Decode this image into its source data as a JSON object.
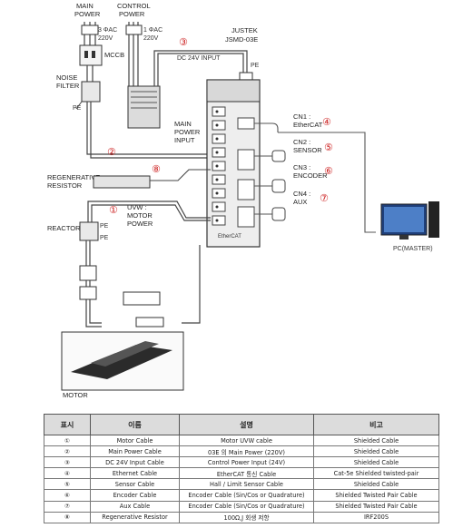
{
  "labels": {
    "main_power": [
      "MAIN",
      "POWER"
    ],
    "control_power": [
      "CONTROL",
      "POWER"
    ],
    "main_spec": [
      "3 ΦAC",
      "220V"
    ],
    "control_spec": [
      "1 ΦAC",
      "220V"
    ],
    "mccb": "MCCB",
    "noise_filter": [
      "NOISE",
      "FILTER"
    ],
    "pe": "PE",
    "brand": "JUSTEK",
    "model": "JSMD-03E",
    "dc24": "DC 24V INPUT",
    "main_power_input": [
      "MAIN",
      "POWER",
      "INPUT"
    ],
    "cn1": [
      "CN1 :",
      "EtherCAT"
    ],
    "cn2": [
      "CN2 :",
      "SENSOR"
    ],
    "cn3": [
      "CN3 :",
      "ENCODER"
    ],
    "cn4": [
      "CN4 :",
      "AUX"
    ],
    "regen": [
      "REGENERATIVE",
      "RESISTOR"
    ],
    "uvw": [
      "UVW :",
      "MOTOR",
      "POWER"
    ],
    "reactor": "REACTOR",
    "pc": "PC(MASTER)",
    "motor": "MOTOR",
    "ethercat_logo": "EtherCAT"
  },
  "markers": {
    "m1": "①",
    "m2": "②",
    "m3": "③",
    "m4": "④",
    "m5": "⑤",
    "m6": "⑥",
    "m7": "⑦",
    "m8": "⑧"
  },
  "table": {
    "headers": [
      "표시",
      "이름",
      "설명",
      "비고"
    ],
    "rows": [
      [
        "①",
        "Motor Cable",
        "Motor UVW cable",
        "Shielded Cable"
      ],
      [
        "②",
        "Main Power Cable",
        "03E 의 Main Power (220V)",
        "Shielded Cable"
      ],
      [
        "③",
        "DC 24V Input Cable",
        "Control Power Input (24V)",
        "Shielded Cable"
      ],
      [
        "④",
        "Ethernet Cable",
        "EtherCAT 통신 Cable",
        "Cat-5e Shielded twisted-pair"
      ],
      [
        "⑤",
        "Sensor Cable",
        "Hall / Limit Sensor Cable",
        "Shielded Cable"
      ],
      [
        "⑥",
        "Encoder Cable",
        "Encoder Cable (Sin/Cos or Quadrature)",
        "Shielded Twisted Pair Cable"
      ],
      [
        "⑦",
        "Aux Cable",
        "Encoder Cable (Sin/Cos or Quadrature)",
        "Shielded Twisted Pair Cable"
      ],
      [
        "⑧",
        "Regenerative Resistor",
        "100Ω,J 회생 저항",
        "IRF200S"
      ]
    ]
  }
}
